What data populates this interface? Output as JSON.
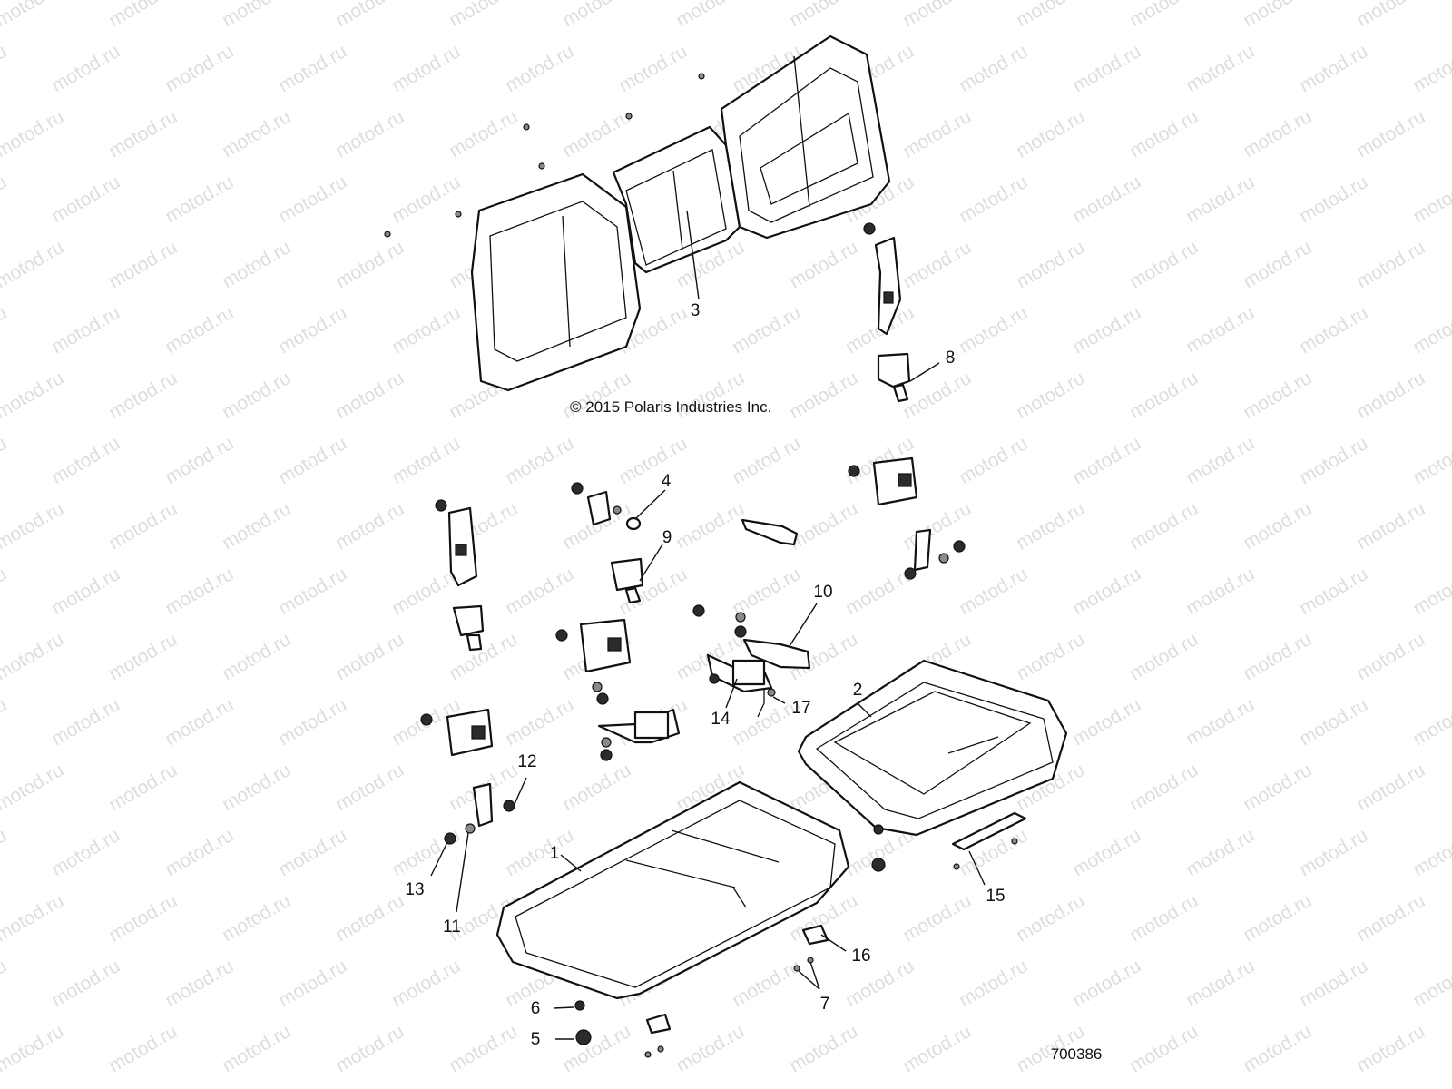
{
  "watermark": "motod.ru",
  "copyright": "© 2015 Polaris Industries Inc.",
  "figure_number": "700386",
  "callouts": {
    "c1": "1",
    "c2": "2",
    "c3": "3",
    "c4": "4",
    "c5": "5",
    "c6": "6",
    "c7": "7",
    "c8": "8",
    "c9": "9",
    "c10": "10",
    "c11": "11",
    "c12": "12",
    "c13": "13",
    "c14": "14",
    "c15": "15",
    "c16": "16",
    "c17": "17"
  }
}
